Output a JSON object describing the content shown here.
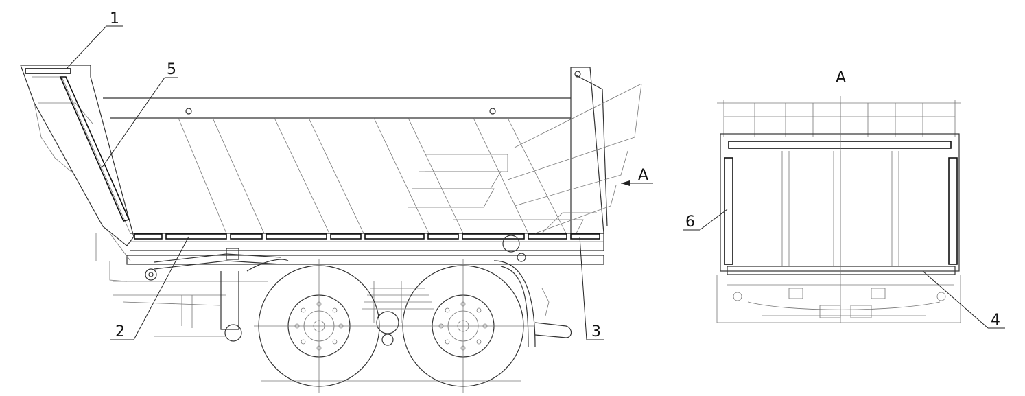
{
  "callouts": [
    {
      "id": "1",
      "text": "1"
    },
    {
      "id": "2",
      "text": "2"
    },
    {
      "id": "3",
      "text": "3"
    },
    {
      "id": "4",
      "text": "4"
    },
    {
      "id": "5",
      "text": "5"
    },
    {
      "id": "6",
      "text": "6"
    }
  ],
  "view_label": "A",
  "view_arrow_label": "A"
}
